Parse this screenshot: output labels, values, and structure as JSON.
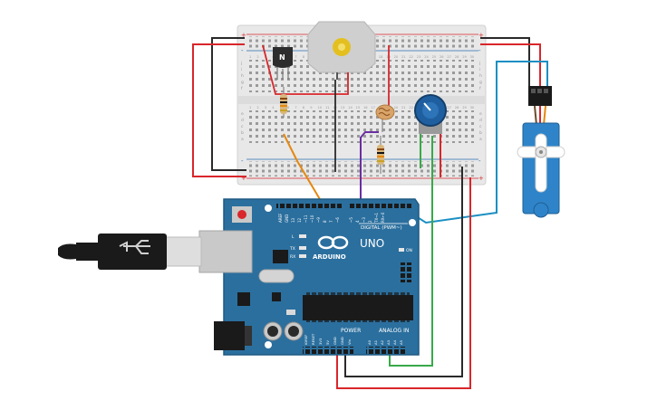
{
  "colors": {
    "board_blue": "#2b6f9e",
    "board_dark": "#1f5a82",
    "breadboard": "#e9e9e9",
    "wire_red": "#d9262b",
    "wire_black": "#2a2a2a",
    "wire_green": "#38a94a",
    "wire_purple": "#6a2ea1",
    "wire_orange": "#e5870f",
    "wire_blue": "#1b8fc2",
    "servo_blue": "#2f84c9",
    "pot_blue": "#1f5fa0"
  },
  "breadboard": {
    "row_letters_top": [
      "j",
      "i",
      "h",
      "g",
      "f"
    ],
    "row_letters_bottom": [
      "e",
      "d",
      "c",
      "b",
      "a"
    ],
    "column_numbers": [
      "1",
      "2",
      "3",
      "4",
      "5",
      "6",
      "7",
      "8",
      "9",
      "10",
      "11",
      "12",
      "13",
      "14",
      "15",
      "16",
      "17",
      "18",
      "19",
      "20",
      "21",
      "22",
      "23",
      "24",
      "25",
      "26",
      "27",
      "28",
      "29",
      "30"
    ],
    "rail_plus": "+",
    "rail_minus": "-"
  },
  "transistor": {
    "label": "N"
  },
  "arduino": {
    "logo_text": "ARDUINO",
    "model": "UNO",
    "on_label": "ON",
    "digital_label": "DIGITAL (PWM~)",
    "tx_label": "TX",
    "rx_label": "RX",
    "l_label": "L",
    "power_label": "POWER",
    "analog_label": "ANALOG IN",
    "top_pins": [
      "AREF",
      "GND",
      "13",
      "12",
      "~11",
      "~10",
      "~9",
      "8",
      "7",
      "~6",
      "~5",
      "4",
      "~3",
      "2",
      "TX→1",
      "RX←0"
    ],
    "power_pins": [
      "IOREF",
      "RESET",
      "3V3",
      "5V",
      "GND",
      "GND",
      "Vin"
    ],
    "analog_pins": [
      "A0",
      "A1",
      "A2",
      "A3",
      "A4",
      "A5"
    ]
  }
}
